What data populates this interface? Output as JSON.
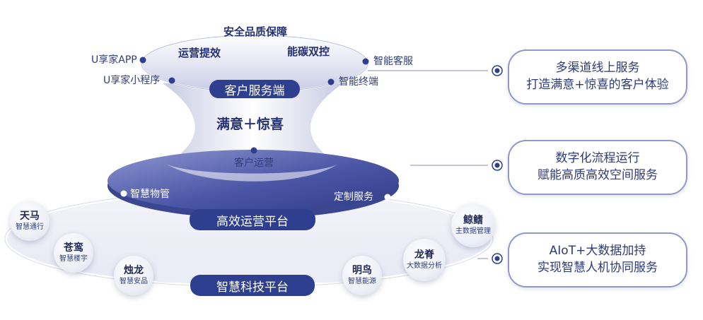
{
  "top": {
    "quality": "安全品质保障",
    "ops_boost": "运营提效",
    "carbon": "能碳双控",
    "app": "U享家APP",
    "mini_program": "U享家小程序",
    "smart_service": "智能客服",
    "smart_terminal": "智能终端",
    "client_end": "客户服务端"
  },
  "center_text": "满意＋惊喜",
  "middle": {
    "customer_ops": "客户运营",
    "property_mgmt": "智慧物管",
    "custom_service": "定制服务",
    "platform": "高效运营平台"
  },
  "bottom": {
    "platform": "智慧科技平台",
    "bubbles": [
      {
        "title": "天马",
        "sub": "智慧通行"
      },
      {
        "title": "苍鸾",
        "sub": "智慧楼宇"
      },
      {
        "title": "烛龙",
        "sub": "智慧安品"
      },
      {
        "title": "明鸟",
        "sub": "智慧能源"
      },
      {
        "title": "龙脊",
        "sub": "大数据分析"
      },
      {
        "title": "鲸鳍",
        "sub": "主数据管理"
      }
    ]
  },
  "cards": [
    {
      "line1": "多渠道线上服务",
      "line2": "打造满意+惊喜的客户体验"
    },
    {
      "line1": "数字化流程运行",
      "line2": "赋能高质高效空间服务"
    },
    {
      "line1": "AIoT+大数据加持",
      "line2": "实现智慧人机协同服务"
    }
  ],
  "colors": {
    "navy": "#2f3f8f",
    "accent": "#2b3a78",
    "card_border": "#8f98c8"
  }
}
